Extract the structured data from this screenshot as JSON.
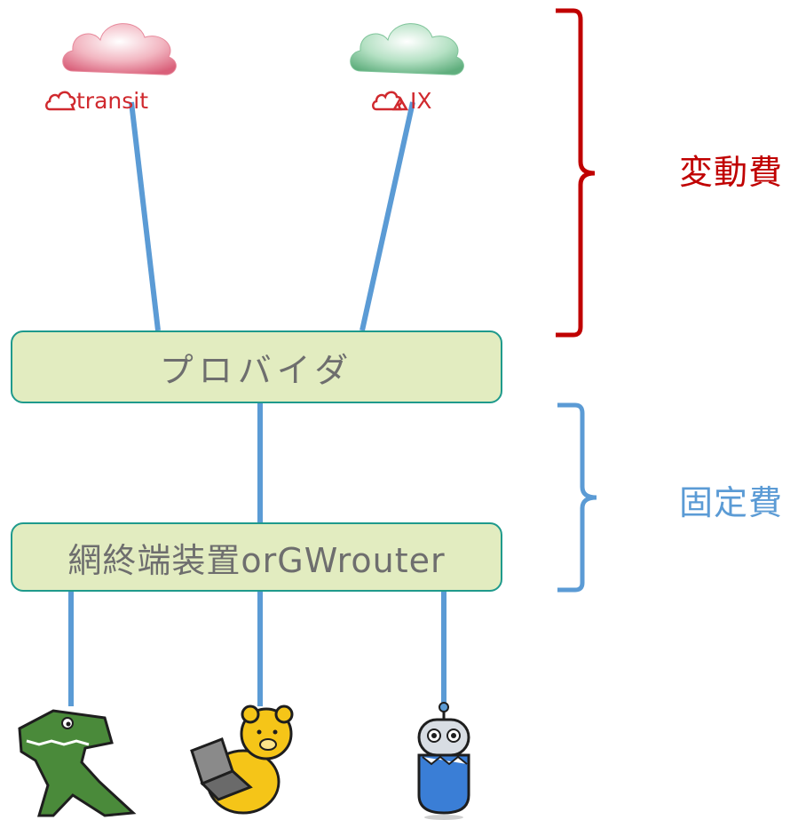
{
  "clouds": {
    "transit": {
      "label": "transit",
      "icon": "cloud-outline-icon",
      "color": "#e7899b"
    },
    "ix": {
      "label": "IX",
      "icon": "cloud-outline-icon",
      "color": "#7fc49a"
    }
  },
  "nodes": {
    "provider": "プロバイダ",
    "onu": "網終端装置orGWrouter"
  },
  "costs": {
    "variable": "変動費",
    "fixed": "固定費"
  },
  "clients": [
    {
      "icon": "dinosaur-icon"
    },
    {
      "icon": "bear-laptop-icon"
    },
    {
      "icon": "robot-icon"
    }
  ],
  "colors": {
    "link": "#5b9bd5",
    "variable_bracket": "#c00000",
    "fixed_bracket": "#5b9bd5",
    "box_fill": "#e2ecc0",
    "box_border": "#1f9a8c",
    "cloud_label": "#d0292e"
  }
}
